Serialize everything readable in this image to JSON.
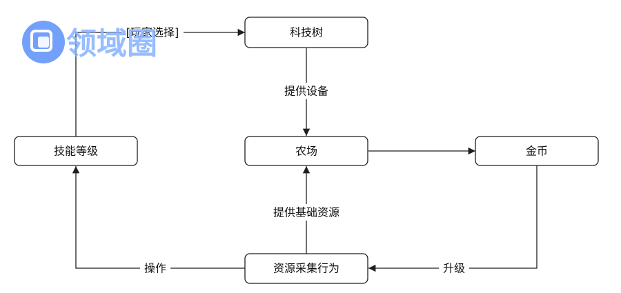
{
  "nodes": {
    "tech_tree": "科技树",
    "skill_level": "技能等级",
    "farm": "农场",
    "gold": "金币",
    "resource_gathering": "资源采集行为"
  },
  "edges": {
    "player_choice": "[玩家选择]",
    "provide_equipment": "提供设备",
    "provide_basic_resources": "提供基础资源",
    "operate": "操作",
    "upgrade": "升级"
  },
  "watermark": {
    "text": "领域圈",
    "color": "#5b8ff9"
  }
}
